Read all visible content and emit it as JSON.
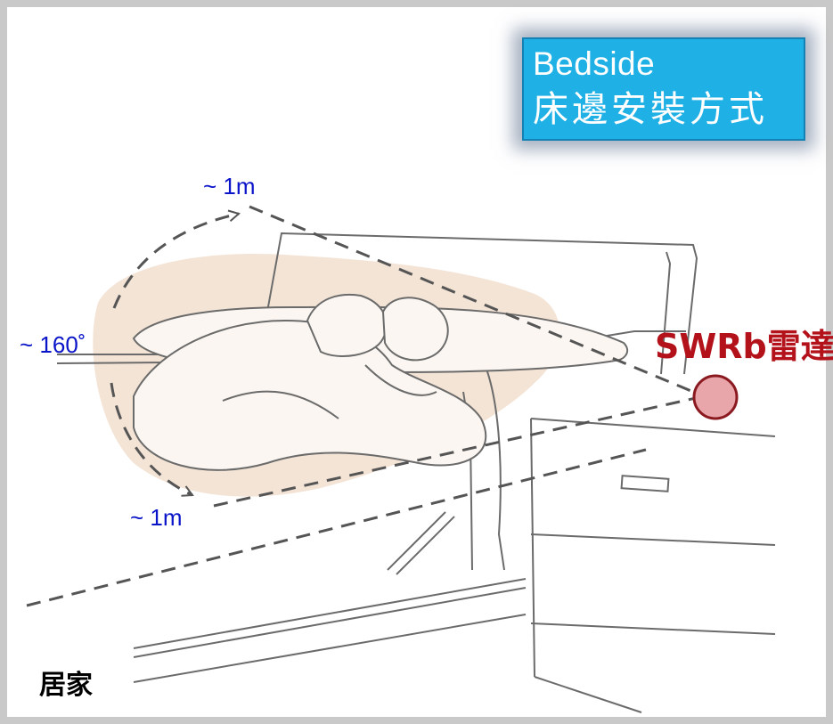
{
  "title": {
    "english": "Bedside",
    "chinese": "床邊安裝方式"
  },
  "labels": {
    "distance_top": "~ 1m",
    "distance_bottom": "~ 1m",
    "angle": "~ 160˚",
    "radar": "SWRb雷達",
    "setting": "居家"
  },
  "colors": {
    "title_background": "#1fb0e6",
    "measurement_text": "#0a14c8",
    "radar_text": "#b3121b",
    "radar_marker": "#e8a5aa",
    "detection_zone": "#f3e1d2"
  },
  "icons": {
    "radar": "radar-sensor-icon",
    "person": "sleeping-person-icon"
  }
}
